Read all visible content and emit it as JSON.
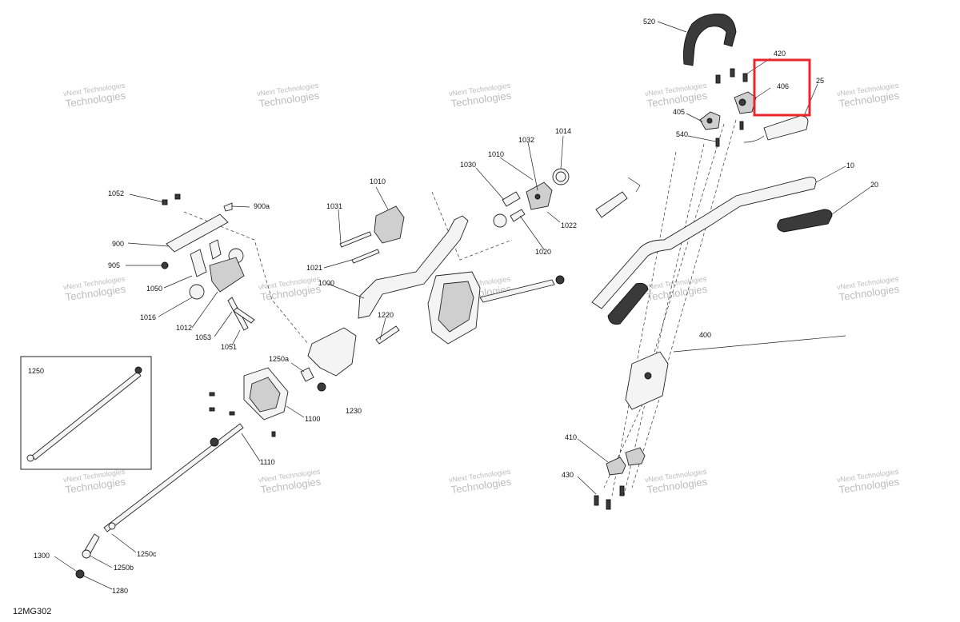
{
  "drawing_id": "12MG302",
  "watermark": {
    "line1": "vNext",
    "line2": "Technologies",
    "line3": "vNext Technologies"
  },
  "highlight_color": "#e8262e",
  "callouts": {
    "c520": "520",
    "c420": "420",
    "c406": "406",
    "c25": "25",
    "c405": "405",
    "c540": "540",
    "c10": "10",
    "c20": "20",
    "c1014": "1014",
    "c1032": "1032",
    "c1010a": "1010",
    "c1030": "1030",
    "c1010b": "1010",
    "c1022": "1022",
    "c1020": "1020",
    "c1031": "1031",
    "c1021": "1021",
    "c1052": "1052",
    "c900a": "900a",
    "c900": "900",
    "c905": "905",
    "c1050": "1050",
    "c1016": "1016",
    "c1012": "1012",
    "c1053": "1053",
    "c1051": "1051",
    "c1000": "1000",
    "c1220": "1220",
    "c1250a": "1250a",
    "c1100": "1100",
    "c1230": "1230",
    "c1110": "1110",
    "c1250": "1250",
    "c1300": "1300",
    "c1250b": "1250b",
    "c1250c": "1250c",
    "c1280": "1280",
    "c400": "400",
    "c410": "410",
    "c430": "430"
  }
}
